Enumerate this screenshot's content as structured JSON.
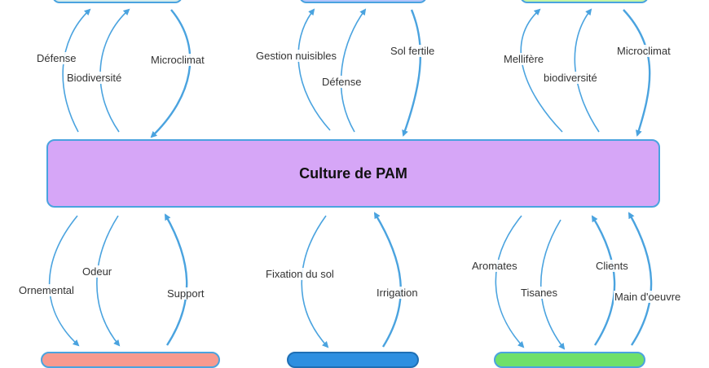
{
  "central_node": {
    "label": "Culture de PAM",
    "color": "#d6a6f7"
  },
  "top_nodes": [
    {
      "color": "#d5ecec"
    },
    {
      "color": "#b3c5fb"
    },
    {
      "color": "#c5f5a6"
    }
  ],
  "bottom_nodes": [
    {
      "color": "#f79a8f"
    },
    {
      "color": "#2e8fe0"
    },
    {
      "color": "#6fe06a"
    }
  ],
  "edge_labels": {
    "top_left": [
      "Défense",
      "Biodiversité",
      "Microclimat"
    ],
    "top_center": [
      "Gestion nuisibles",
      "Défense",
      "Sol fertile"
    ],
    "top_right": [
      "Mellifère",
      "biodiversité",
      "Microclimat"
    ],
    "bottom_left": [
      "Ornemental",
      "Odeur",
      "Support"
    ],
    "bottom_center": [
      "Fixation du sol",
      "Irrigation"
    ],
    "bottom_right": [
      "Aromates",
      "Tisanes",
      "Clients",
      "Main d'oeuvre"
    ]
  },
  "arrow_color": "#4aa3df"
}
